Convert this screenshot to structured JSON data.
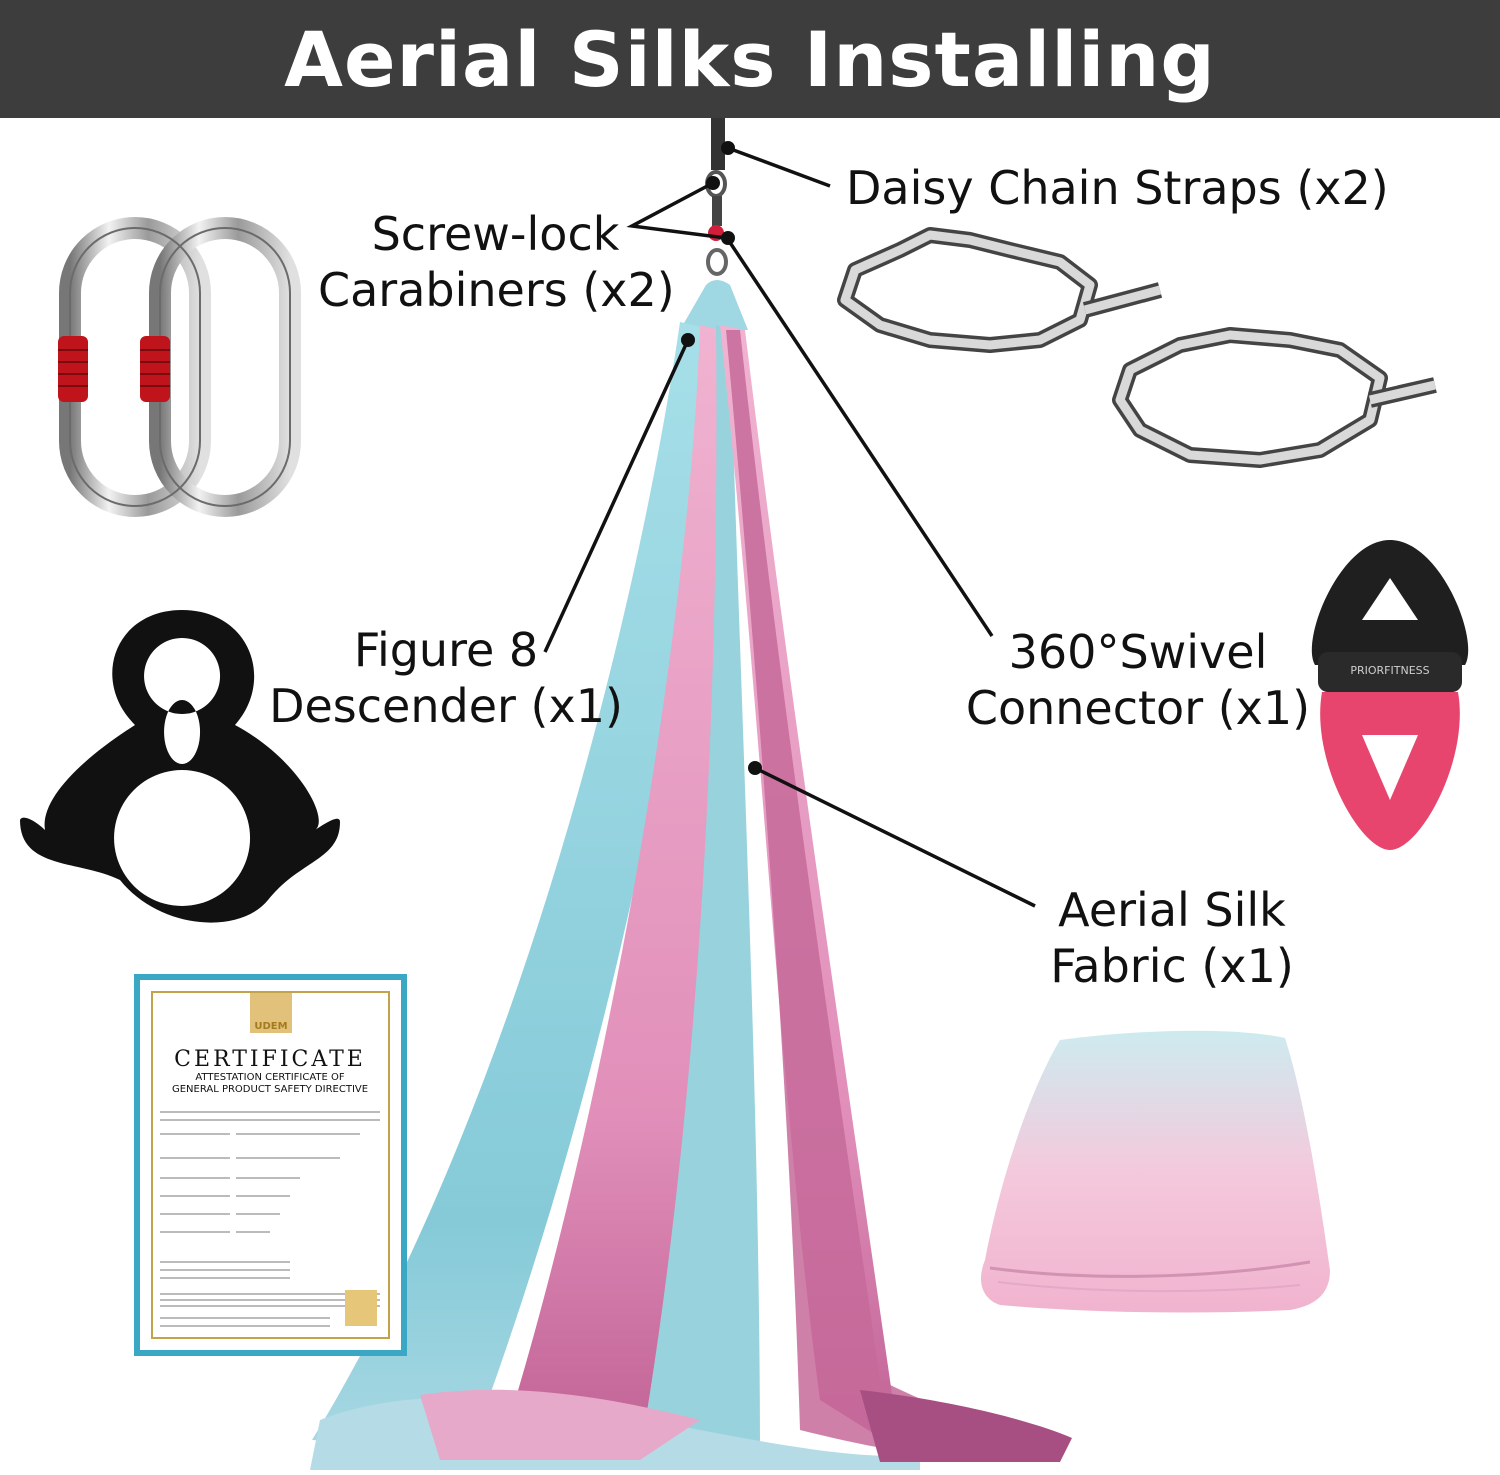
{
  "header": {
    "title": "Aerial Silks Installing",
    "bg_color": "#3d3d3d"
  },
  "labels": {
    "daisy_chain": "Daisy Chain Straps (x2)",
    "carabiners_line1": "Screw-lock",
    "carabiners_line2": "Carabiners (x2)",
    "figure8_line1": "Figure 8",
    "figure8_line2": "Descender (x1)",
    "swivel_line1": "360°Swivel",
    "swivel_line2": "Connector (x1)",
    "silk_line1": "Aerial Silk",
    "silk_line2": "Fabric (x1)"
  },
  "swivel_brand": "PRIORFITNESS",
  "certificate": {
    "logo": "UDEM",
    "title": "CERTIFICATE",
    "subtitle1": "ATTESTATION CERTIFICATE OF",
    "subtitle2": "GENERAL PRODUCT SAFETY DIRECTIVE"
  },
  "colors": {
    "silk_blue": "#8fd3df",
    "silk_pink": "#e99fc3",
    "silk_plum": "#b45a8a",
    "carabiner_red": "#c0141c",
    "swivel_pink": "#e8456e"
  }
}
